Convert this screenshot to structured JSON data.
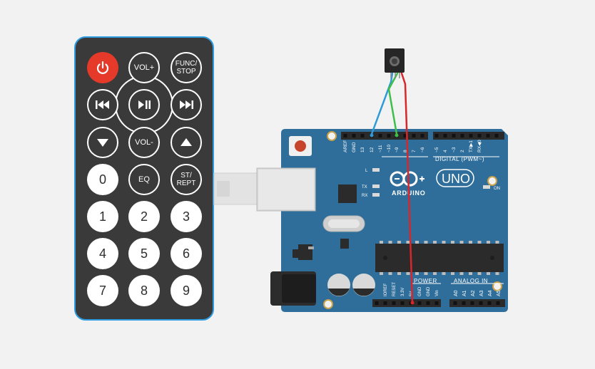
{
  "remote": {
    "buttons": [
      {
        "id": "power",
        "label": "",
        "icon": "power-icon"
      },
      {
        "id": "vol-up",
        "label": "VOL+"
      },
      {
        "id": "func-stop",
        "label": "FUNC/\nSTOP"
      },
      {
        "id": "prev",
        "label": "",
        "icon": "skip-back-icon"
      },
      {
        "id": "play-pause",
        "label": "",
        "icon": "play-pause-icon"
      },
      {
        "id": "next",
        "label": "",
        "icon": "skip-forward-icon"
      },
      {
        "id": "down",
        "label": "",
        "icon": "down-triangle-icon"
      },
      {
        "id": "vol-down",
        "label": "VOL-"
      },
      {
        "id": "up",
        "label": "",
        "icon": "up-triangle-icon"
      },
      {
        "id": "zero",
        "label": "0"
      },
      {
        "id": "eq",
        "label": "EQ"
      },
      {
        "id": "st-rept",
        "label": "ST/\nREPT"
      },
      {
        "id": "one",
        "label": "1"
      },
      {
        "id": "two",
        "label": "2"
      },
      {
        "id": "three",
        "label": "3"
      },
      {
        "id": "four",
        "label": "4"
      },
      {
        "id": "five",
        "label": "5"
      },
      {
        "id": "six",
        "label": "6"
      },
      {
        "id": "seven",
        "label": "7"
      },
      {
        "id": "eight",
        "label": "8"
      },
      {
        "id": "nine",
        "label": "9"
      }
    ]
  },
  "board": {
    "logo_text": "ARDUINO",
    "model": "UNO",
    "digital_label": "DIGITAL (PWM~)",
    "power_label": "POWER",
    "analog_label": "ANALOG IN",
    "on_label": "ON",
    "led_l": "L",
    "led_tx": "TX",
    "led_rx": "RX",
    "top_pins": [
      "AREF",
      "GND",
      "13",
      "12",
      "~11",
      "~10",
      "~9",
      "8",
      "7",
      "~6",
      "~5",
      "4",
      "~3",
      "2",
      "TX▶1",
      "RX◀0"
    ],
    "power_pins": [
      "IOREF",
      "RESET",
      "3.3V",
      "5V",
      "GND",
      "GND",
      "Vin"
    ],
    "analog_pins": [
      "A0",
      "A1",
      "A2",
      "A3",
      "A4",
      "A5"
    ]
  },
  "colors": {
    "board": "#2f6e9a",
    "wire_blue": "#2e9ad6",
    "wire_green": "#3fbf4a",
    "wire_red": "#d8262a",
    "remote_body": "#3a3a3a",
    "power_button": "#e53a2a"
  }
}
